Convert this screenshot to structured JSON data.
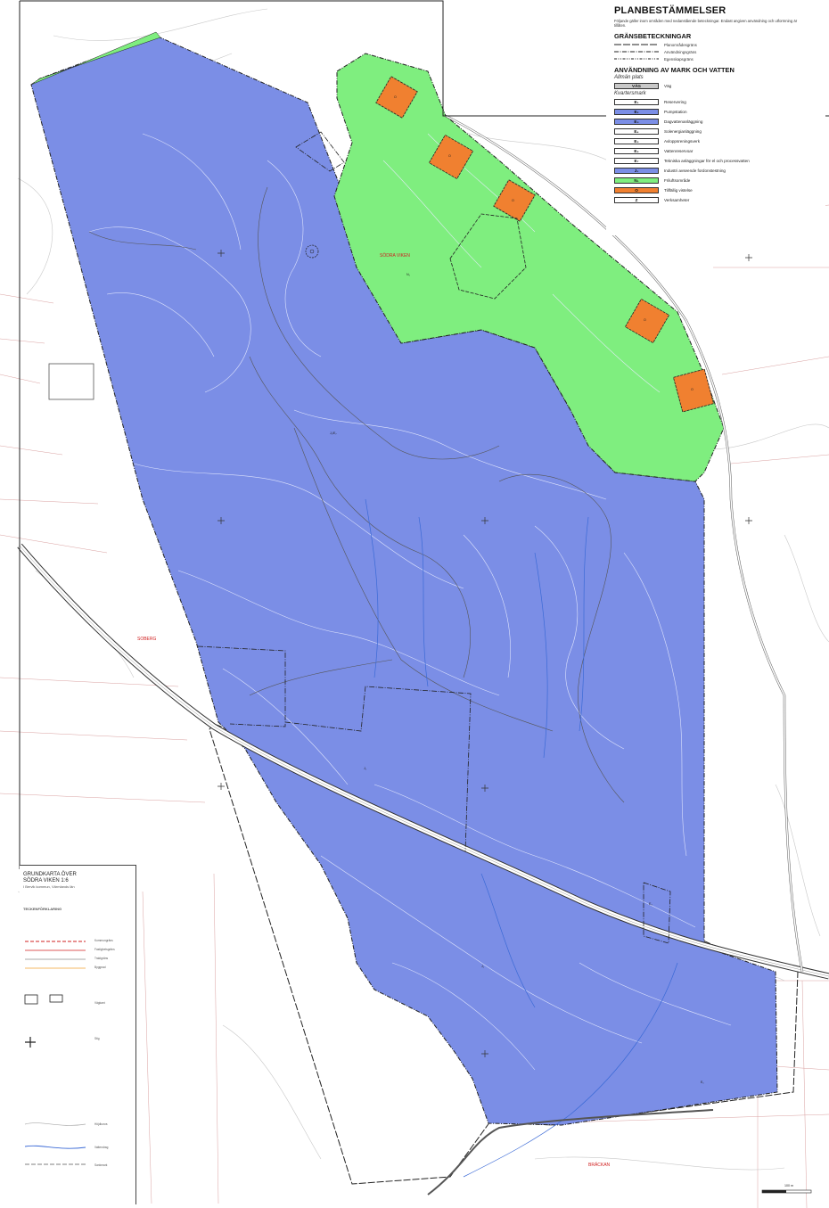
{
  "legend": {
    "title": "PLANBESTÄMMELSER",
    "intro": "Följande gäller inom områden med nedanstående beteckningar. Endast angiven användning och utformning är tillåten.",
    "boundaries_heading": "GRÄNSBETECKNINGAR",
    "boundaries": [
      {
        "label": "Planområdesgräns",
        "dash": "8,2"
      },
      {
        "label": "Användningsgräns",
        "dash": "5,1.5,1,1.5"
      },
      {
        "label": "Egenskapsgräns",
        "dash": "3,1.5,1,1.5,1,1.5"
      }
    ],
    "use_heading": "ANVÄNDNING AV MARK OCH VATTEN",
    "public_place": "Allmän plats",
    "public_items": [
      {
        "code": "VÄG",
        "label": "Väg",
        "color": "#c8c8c8"
      }
    ],
    "block_land": "Kvartersmark",
    "block_items": [
      {
        "code": "E₁",
        "label": "Reservering",
        "color": "#ffffff"
      },
      {
        "code": "E₂",
        "label": "Pumpstation",
        "color": "#7b8ee6"
      },
      {
        "code": "E₃",
        "label": "Dagvattenanläggning",
        "color": "#7b8ee6"
      },
      {
        "code": "E₄",
        "label": "Solenergianläggning",
        "color": "#ffffff"
      },
      {
        "code": "E₅",
        "label": "Avloppsreningsverk",
        "color": "#ffffff"
      },
      {
        "code": "E₆",
        "label": "Vattenreservoar",
        "color": "#ffffff"
      },
      {
        "code": "E₇",
        "label": "Tekniska anläggningar för el och processvatten",
        "color": "#ffffff"
      },
      {
        "code": "J₁",
        "label": "Industri avseende fordonstestning",
        "color": "#7b8ee6"
      },
      {
        "code": "N₁",
        "label": "Friluftsområde",
        "color": "#7fee7f"
      },
      {
        "code": "O",
        "label": "Tillfällig vistelse",
        "color": "#f08030"
      },
      {
        "code": "Z",
        "label": "Verksamheter",
        "color": "#ffffff"
      }
    ]
  },
  "map": {
    "colors": {
      "industrial": "#7b8ee6",
      "recreation": "#7fee7f",
      "temporary": "#f08030",
      "road": "#ffffff"
    },
    "place_labels": [
      "SÖDRA VIKEN",
      "SOBERG",
      "BRÄCKAN"
    ],
    "zone_labels": [
      "J₁/E₇",
      "J₁",
      "J₁",
      "E₂",
      "N₁",
      "O",
      "O",
      "O",
      "O",
      "O",
      "E₁"
    ]
  },
  "basemap": {
    "title": "GRUNDKARTA ÖVER",
    "name": "SÖDRA VIKEN 1:6",
    "municipality": "I Bervik kommun, Värmlands län",
    "section_title": "TECKENFÖRKLARING",
    "items": [
      "Kommungräns",
      "Fastighetsgräns",
      "Traktgräns",
      "Byggnad",
      "Vägkant",
      "Stig",
      "Höjdkurva",
      "Vattendrag",
      "Sankmark"
    ]
  },
  "scale_bar": {
    "label": "100 m"
  }
}
